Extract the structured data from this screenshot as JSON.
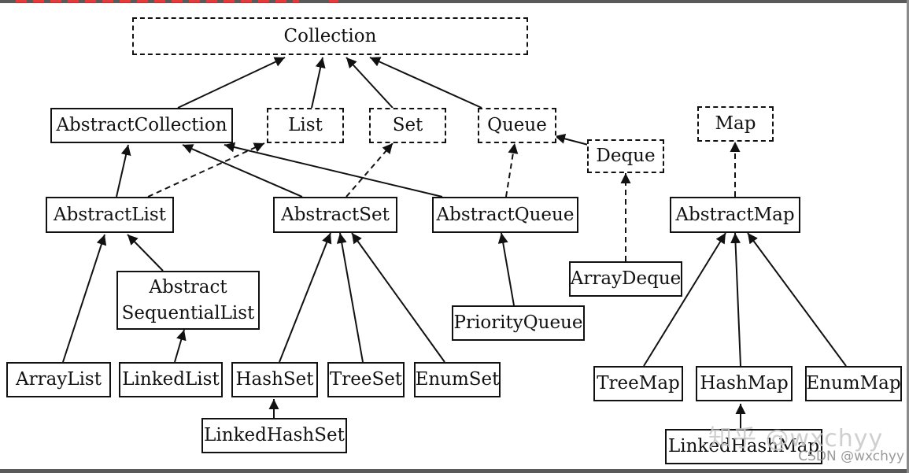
{
  "nodes": {
    "collection": "Collection",
    "abstract_collection": "AbstractCollection",
    "list": "List",
    "set": "Set",
    "queue": "Queue",
    "deque": "Deque",
    "map": "Map",
    "abstract_list": "AbstractList",
    "abstract_set": "AbstractSet",
    "abstract_queue": "AbstractQueue",
    "abstract_map": "AbstractMap",
    "abstract_sequential_list": [
      "Abstract",
      "SequentialList"
    ],
    "array_deque": "ArrayDeque",
    "priority_queue": "PriorityQueue",
    "array_list": "ArrayList",
    "linked_list": "LinkedList",
    "hash_set": "HashSet",
    "tree_set": "TreeSet",
    "enum_set": "EnumSet",
    "linked_hash_set": "LinkedHashSet",
    "tree_map": "TreeMap",
    "hash_map": "HashMap",
    "enum_map": "EnumMap",
    "linked_hash_map": "LinkedHashMap"
  },
  "watermarks": {
    "zhihu": "知乎 @wxchyy",
    "csdn": "CSDN @wxchyy"
  },
  "colors": {
    "line": "#111111",
    "frame": "#5a5a5a",
    "top_marks": "#e23b3b"
  }
}
